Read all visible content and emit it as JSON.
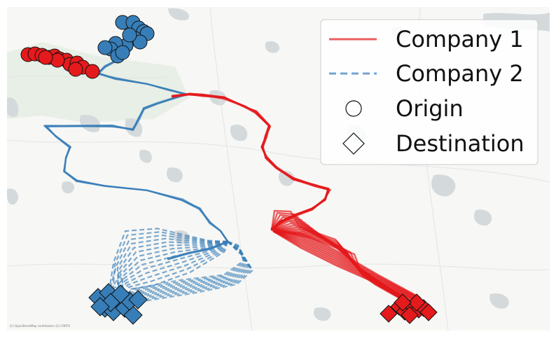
{
  "legend": {
    "items": [
      {
        "label": "Company 1",
        "color": "#e41a1c",
        "style": "solid line"
      },
      {
        "label": "Company 2",
        "color": "#377eb8",
        "style": "dashed line"
      },
      {
        "label": "Origin",
        "marker": "circle"
      },
      {
        "label": "Destination",
        "marker": "diamond"
      }
    ]
  },
  "attribution": "(C) OpenStreetMap contributors (C) CARTO",
  "basemap": {
    "land_color": "#f7f7f5",
    "water_color": "#d4dadc",
    "park_color": "#e8efe6"
  },
  "routes": [
    {
      "company": "Company 1",
      "color": "#e41a1c",
      "origin_count": 14,
      "destination_count": 10
    },
    {
      "company": "Company 2",
      "color": "#377eb8",
      "origin_count": 14,
      "destination_count": 12
    }
  ]
}
